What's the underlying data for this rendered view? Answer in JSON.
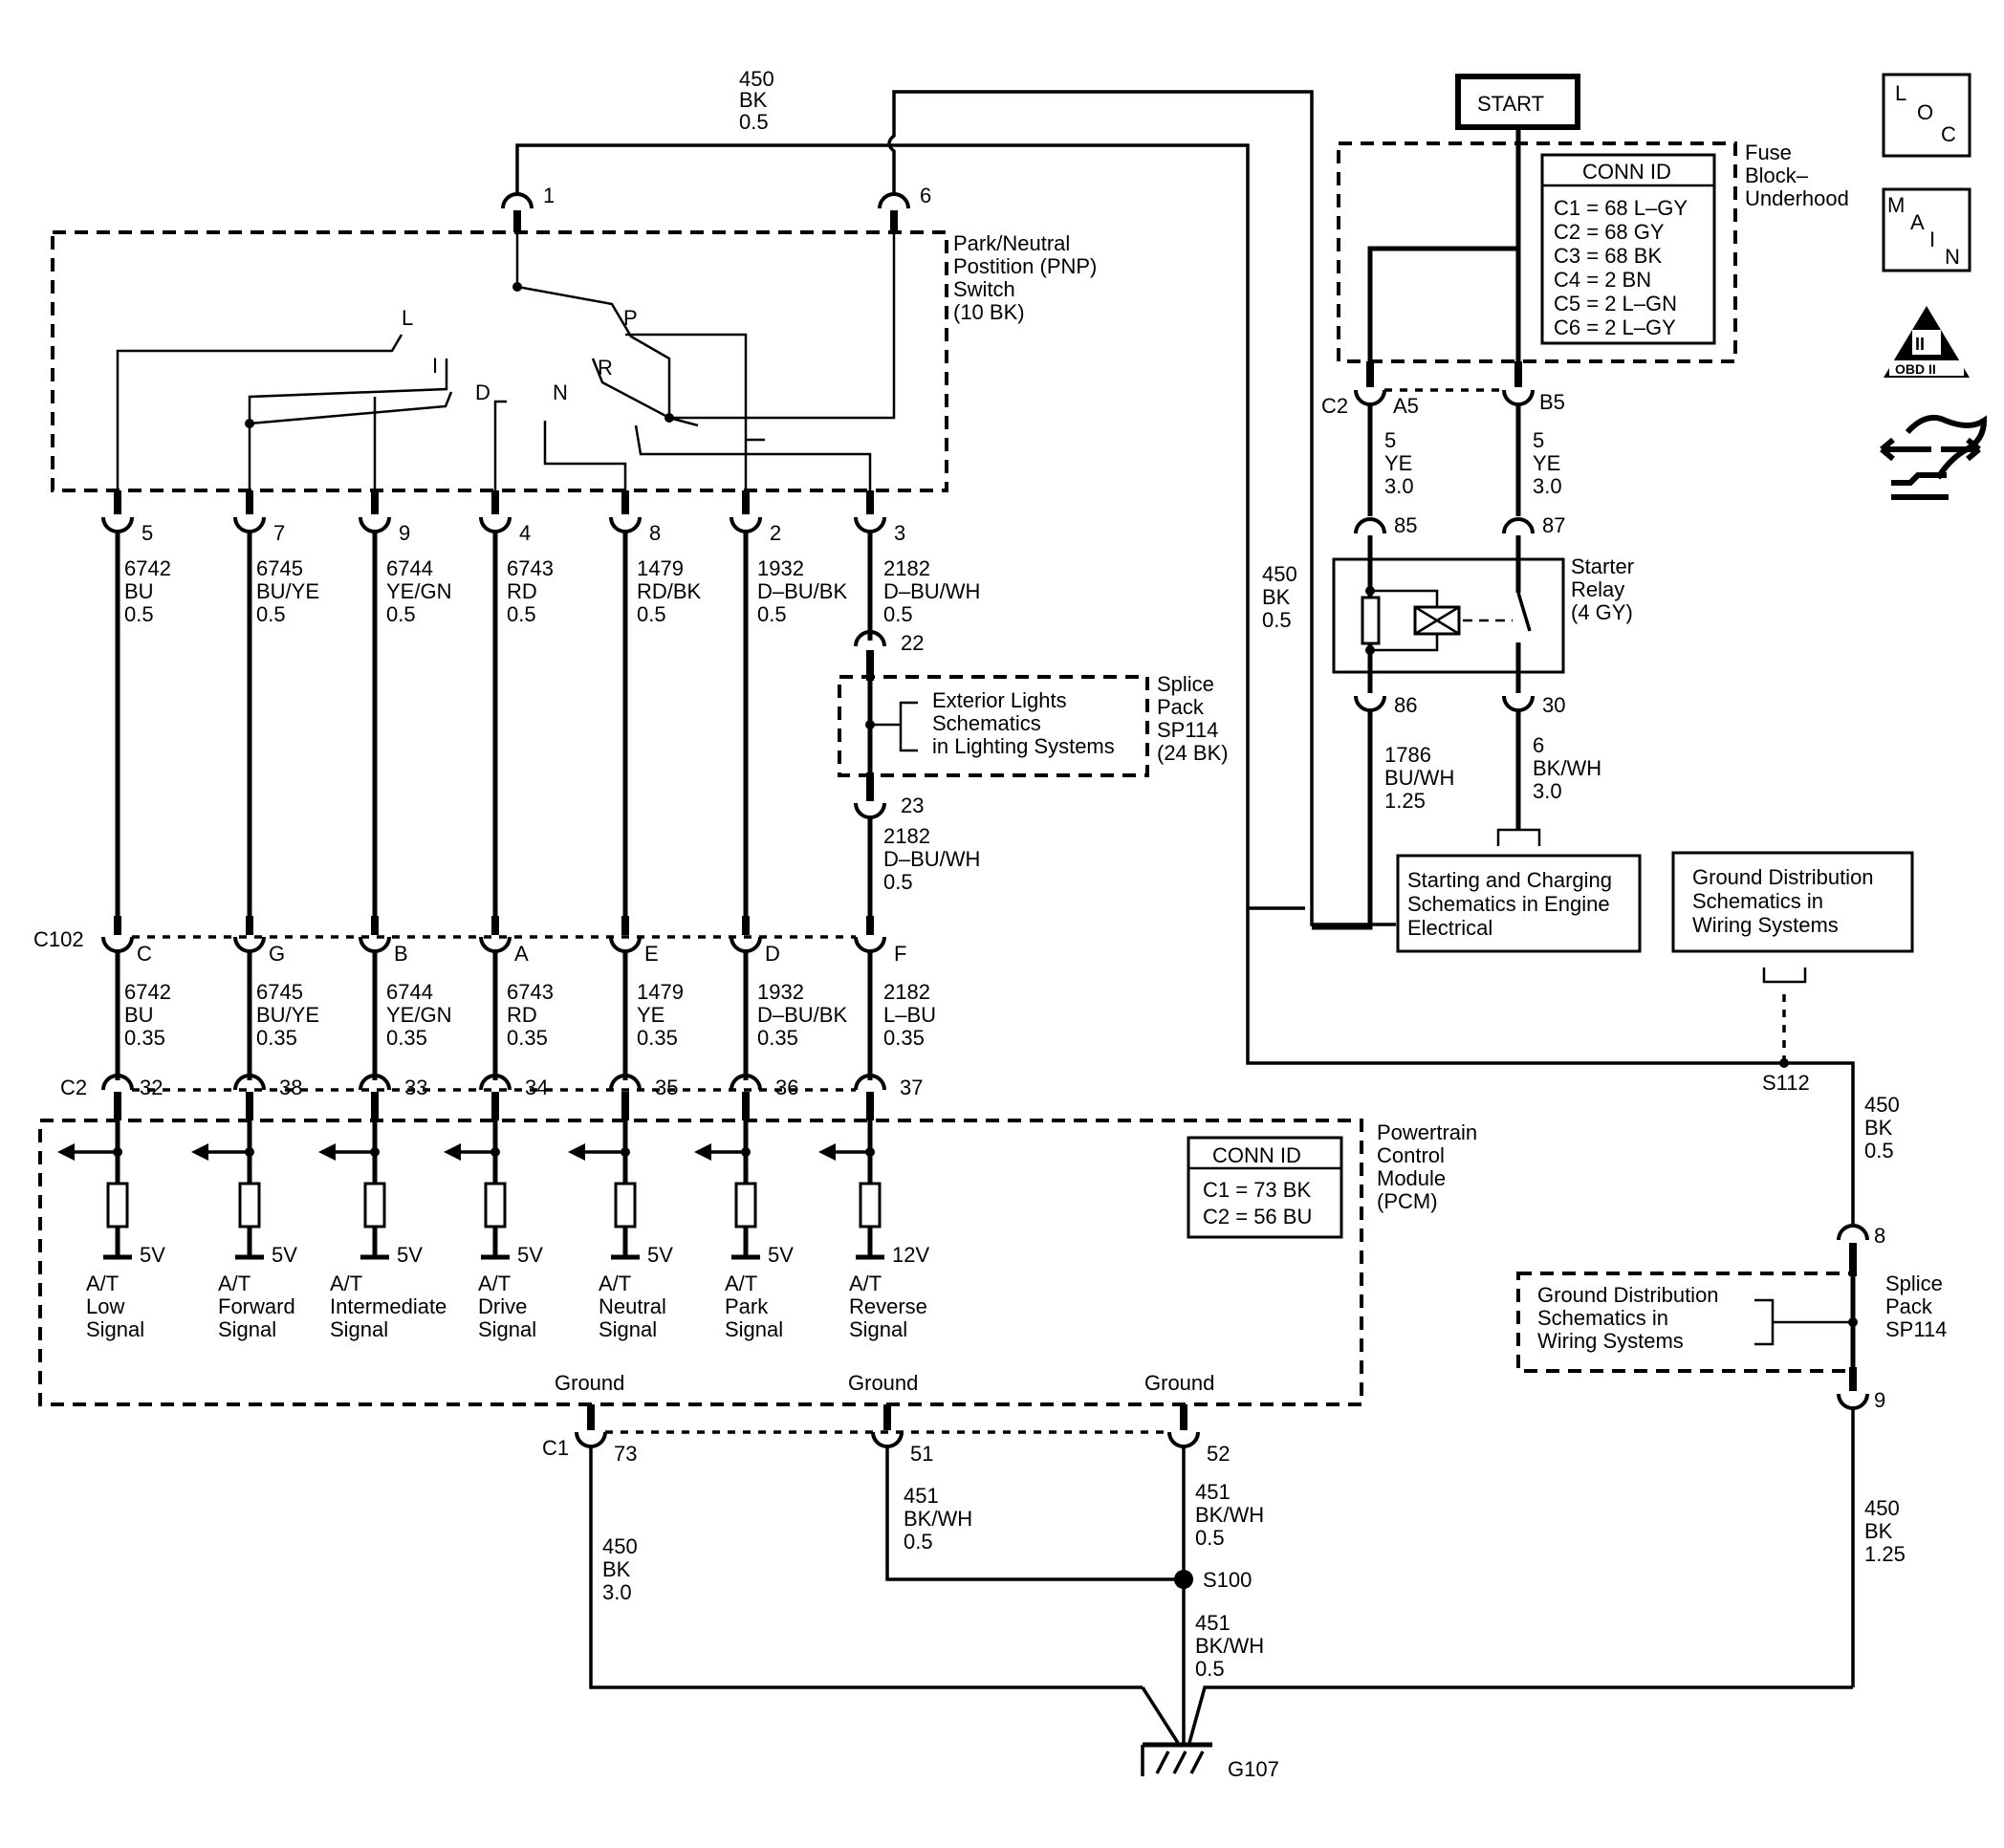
{
  "top_wire": {
    "circuit": "450",
    "color": "BK",
    "size": "0.5"
  },
  "right_wire": {
    "circuit": "450",
    "color": "BK",
    "size": "0.5"
  },
  "start_label": "START",
  "pnp": {
    "title": [
      "Park/Neutral",
      "Postition (PNP)",
      "Switch",
      "(10 BK)"
    ],
    "top_pins": [
      "1",
      "6"
    ],
    "positions": [
      "L",
      "I",
      "D",
      "N",
      "R",
      "P"
    ]
  },
  "wires": [
    {
      "pnp_pin": "5",
      "circuit": "6742",
      "color": "BU",
      "size": "0.5",
      "c102_pin": "C",
      "c102_circuit": "6742",
      "c102_color": "BU",
      "c102_size": "0.35",
      "pcm_pin": "32",
      "voltage": "5V",
      "signal": [
        "A/T",
        "Low",
        "Signal"
      ]
    },
    {
      "pnp_pin": "7",
      "circuit": "6745",
      "color": "BU/YE",
      "size": "0.5",
      "c102_pin": "G",
      "c102_circuit": "6745",
      "c102_color": "BU/YE",
      "c102_size": "0.35",
      "pcm_pin": "38",
      "voltage": "5V",
      "signal": [
        "A/T",
        "Forward",
        "Signal"
      ]
    },
    {
      "pnp_pin": "9",
      "circuit": "6744",
      "color": "YE/GN",
      "size": "0.5",
      "c102_pin": "B",
      "c102_circuit": "6744",
      "c102_color": "YE/GN",
      "c102_size": "0.35",
      "pcm_pin": "33",
      "voltage": "5V",
      "signal": [
        "A/T",
        "Intermediate",
        "Signal"
      ]
    },
    {
      "pnp_pin": "4",
      "circuit": "6743",
      "color": "RD",
      "size": "0.5",
      "c102_pin": "A",
      "c102_circuit": "6743",
      "c102_color": "RD",
      "c102_size": "0.35",
      "pcm_pin": "34",
      "voltage": "5V",
      "signal": [
        "A/T",
        "Drive",
        "Signal"
      ]
    },
    {
      "pnp_pin": "8",
      "circuit": "1479",
      "color": "RD/BK",
      "size": "0.5",
      "c102_pin": "E",
      "c102_circuit": "1479",
      "c102_color": "YE",
      "c102_size": "0.35",
      "pcm_pin": "35",
      "voltage": "5V",
      "signal": [
        "A/T",
        "Neutral",
        "Signal"
      ]
    },
    {
      "pnp_pin": "2",
      "circuit": "1932",
      "color": "D–BU/BK",
      "size": "0.5",
      "c102_pin": "D",
      "c102_circuit": "1932",
      "c102_color": "D–BU/BK",
      "c102_size": "0.35",
      "pcm_pin": "36",
      "voltage": "5V",
      "signal": [
        "A/T",
        "Park",
        "Signal"
      ]
    },
    {
      "pnp_pin": "3",
      "circuit": "2182",
      "color": "D–BU/WH",
      "size": "0.5",
      "c102_pin": "F",
      "c102_circuit": "2182",
      "c102_color": "L–BU",
      "c102_size": "0.35",
      "pcm_pin": "37",
      "voltage": "12V",
      "signal": [
        "A/T",
        "Reverse",
        "Signal"
      ]
    }
  ],
  "splice_sp114_top": {
    "pin_in": "22",
    "pin_out": "23",
    "out_circuit": "2182",
    "out_color": "D–BU/WH",
    "out_size": "0.5",
    "ref": [
      "Exterior Lights",
      "Schematics",
      "in Lighting Systems"
    ],
    "title": [
      "Splice",
      "Pack",
      "SP114",
      "(24 BK)"
    ]
  },
  "c102_label": "C102",
  "c2_label": "C2",
  "c1_label": "C1",
  "pcm": {
    "title": [
      "Powertrain",
      "Control",
      "Module",
      "(PCM)"
    ],
    "conn_id": {
      "header": "CONN ID",
      "rows": [
        "C1 = 73 BK",
        "C2 = 56 BU"
      ]
    }
  },
  "fuse_block": {
    "title": [
      "Fuse",
      "Block–",
      "Underhood"
    ],
    "conn_id": {
      "header": "CONN ID",
      "rows": [
        "C1 = 68 L–GY",
        "C2 = 68 GY",
        "C3 = 68 BK",
        "C4 = 2 BN",
        "C5 = 2 L–GN",
        "C6 = 2 L–GY"
      ]
    },
    "connector": "C2",
    "pins": [
      "A5",
      "B5"
    ]
  },
  "relay_wires": [
    {
      "circuit": "5",
      "color": "YE",
      "size": "3.0"
    },
    {
      "circuit": "5",
      "color": "YE",
      "size": "3.0"
    }
  ],
  "starter_relay": {
    "title": [
      "Starter",
      "Relay",
      "(4 GY)"
    ],
    "pins": [
      "85",
      "87",
      "86",
      "30"
    ]
  },
  "relay_out": [
    {
      "circuit": "1786",
      "color": "BU/WH",
      "size": "1.25"
    },
    {
      "circuit": "6",
      "color": "BK/WH",
      "size": "3.0"
    }
  ],
  "ref_starting": [
    "Starting and Charging",
    "Schematics in Engine",
    "Electrical"
  ],
  "ref_ground_top": [
    "Ground Distribution",
    "Schematics in",
    "Wiring Systems"
  ],
  "s112": "S112",
  "splice_right": {
    "pins": [
      "8",
      "9"
    ],
    "title": [
      "Splice",
      "Pack",
      "SP114"
    ],
    "ref": [
      "Ground Distribution",
      "Schematics in",
      "Wiring Systems"
    ],
    "out_circuit": "450",
    "out_color": "BK",
    "out_size": "1.25"
  },
  "grounds": {
    "labels": [
      "Ground",
      "Ground",
      "Ground"
    ],
    "pins": [
      "73",
      "51",
      "52"
    ],
    "wire_73": {
      "circuit": "450",
      "color": "BK",
      "size": "3.0"
    },
    "wire_51": {
      "circuit": "451",
      "color": "BK/WH",
      "size": "0.5"
    },
    "wire_52": {
      "circuit": "451",
      "color": "BK/WH",
      "size": "0.5"
    },
    "s100": "S100",
    "wire_s100": {
      "circuit": "451",
      "color": "BK/WH",
      "size": "0.5"
    },
    "g107": "G107"
  },
  "icons": {
    "loc": [
      "L",
      "O",
      "C"
    ],
    "main": [
      "M",
      "A",
      "I",
      "N"
    ],
    "obd": [
      "II",
      "OBD II"
    ]
  }
}
